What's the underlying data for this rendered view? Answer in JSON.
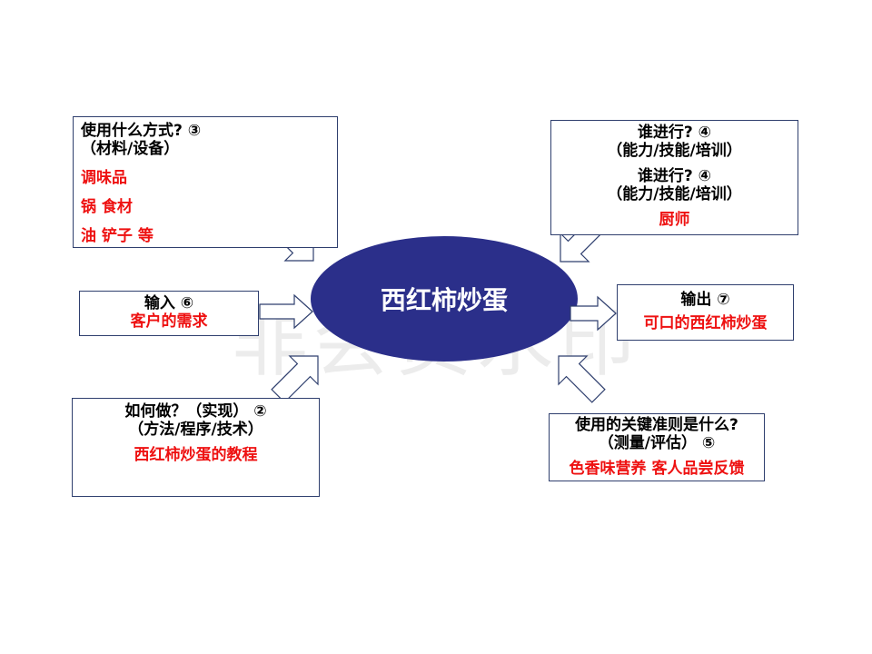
{
  "center": {
    "label": "西红柿炒蛋",
    "fill": "#2b2f8a"
  },
  "watermark": "非会员水印",
  "colors": {
    "answer": "#ee1111",
    "border": "#2f3f6e"
  },
  "boxes": {
    "materials": {
      "q1": "使用什么方式?  ③",
      "q2": "（材料/设备）",
      "a1": "调味品",
      "a2": "锅 食材",
      "a3": "油 铲子 等"
    },
    "who": {
      "q1": "谁进行?  ④",
      "q2": "（能力/技能/培训）",
      "q3": "谁进行?  ④",
      "q4": "（能力/技能/培训）",
      "a1": "厨师"
    },
    "input": {
      "q1": "输入 ⑥",
      "a1": "客户的需求"
    },
    "output": {
      "q1": "输出 ⑦",
      "a1": "可口的西红柿炒蛋"
    },
    "how": {
      "q1": "如何做？（实现）  ②",
      "q2": "（方法/程序/技术）",
      "a1": "西红柿炒蛋的教程"
    },
    "criteria": {
      "q1": "使用的关键准则是什么?",
      "q2": "（测量/评估）  ⑤",
      "a1": "色香味营养 客人品尝反馈"
    }
  }
}
